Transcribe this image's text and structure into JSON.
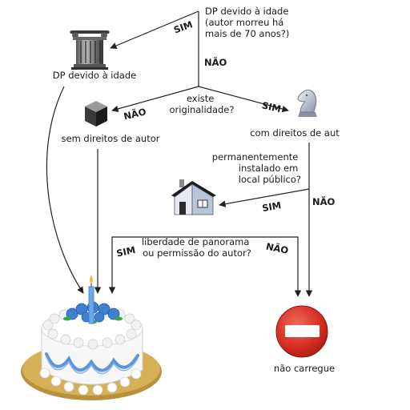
{
  "nodes": {
    "age_question": [
      "DP devido à idade",
      "(autor morreu há",
      "mais de 70 anos?)"
    ],
    "public_domain_age": "DP devido à idade",
    "originality_question": [
      "existe",
      "originalidade?"
    ],
    "no_copyright": "sem direitos de autor",
    "copyrighted": "com direitos de aut",
    "permanent_question": [
      "permanentemente",
      "instalado em",
      "local público?"
    ],
    "panorama_question": [
      "liberdade de panorama",
      "ou permissão do autor?"
    ],
    "do_not_upload": "não carregue"
  },
  "edges": {
    "age_yes": "SIM",
    "age_no": "NÃO",
    "originality_no": "NÃO",
    "originality_yes": "SIM",
    "permanent_yes": "SIM",
    "permanent_no": "NÃO",
    "panorama_yes": "SIM",
    "panorama_no": "NÃO"
  },
  "icons": {
    "column": "column-icon",
    "cube": "cube-icon",
    "chess_knight": "chess-knight-icon",
    "house": "house-icon",
    "cake": "cake-icon",
    "no_entry": "no-entry-icon"
  },
  "colors": {
    "no_entry_red": "#d42a1e",
    "cake_frosting_blue": "#5b95d6",
    "cake_board_gold": "#c9a24a"
  }
}
